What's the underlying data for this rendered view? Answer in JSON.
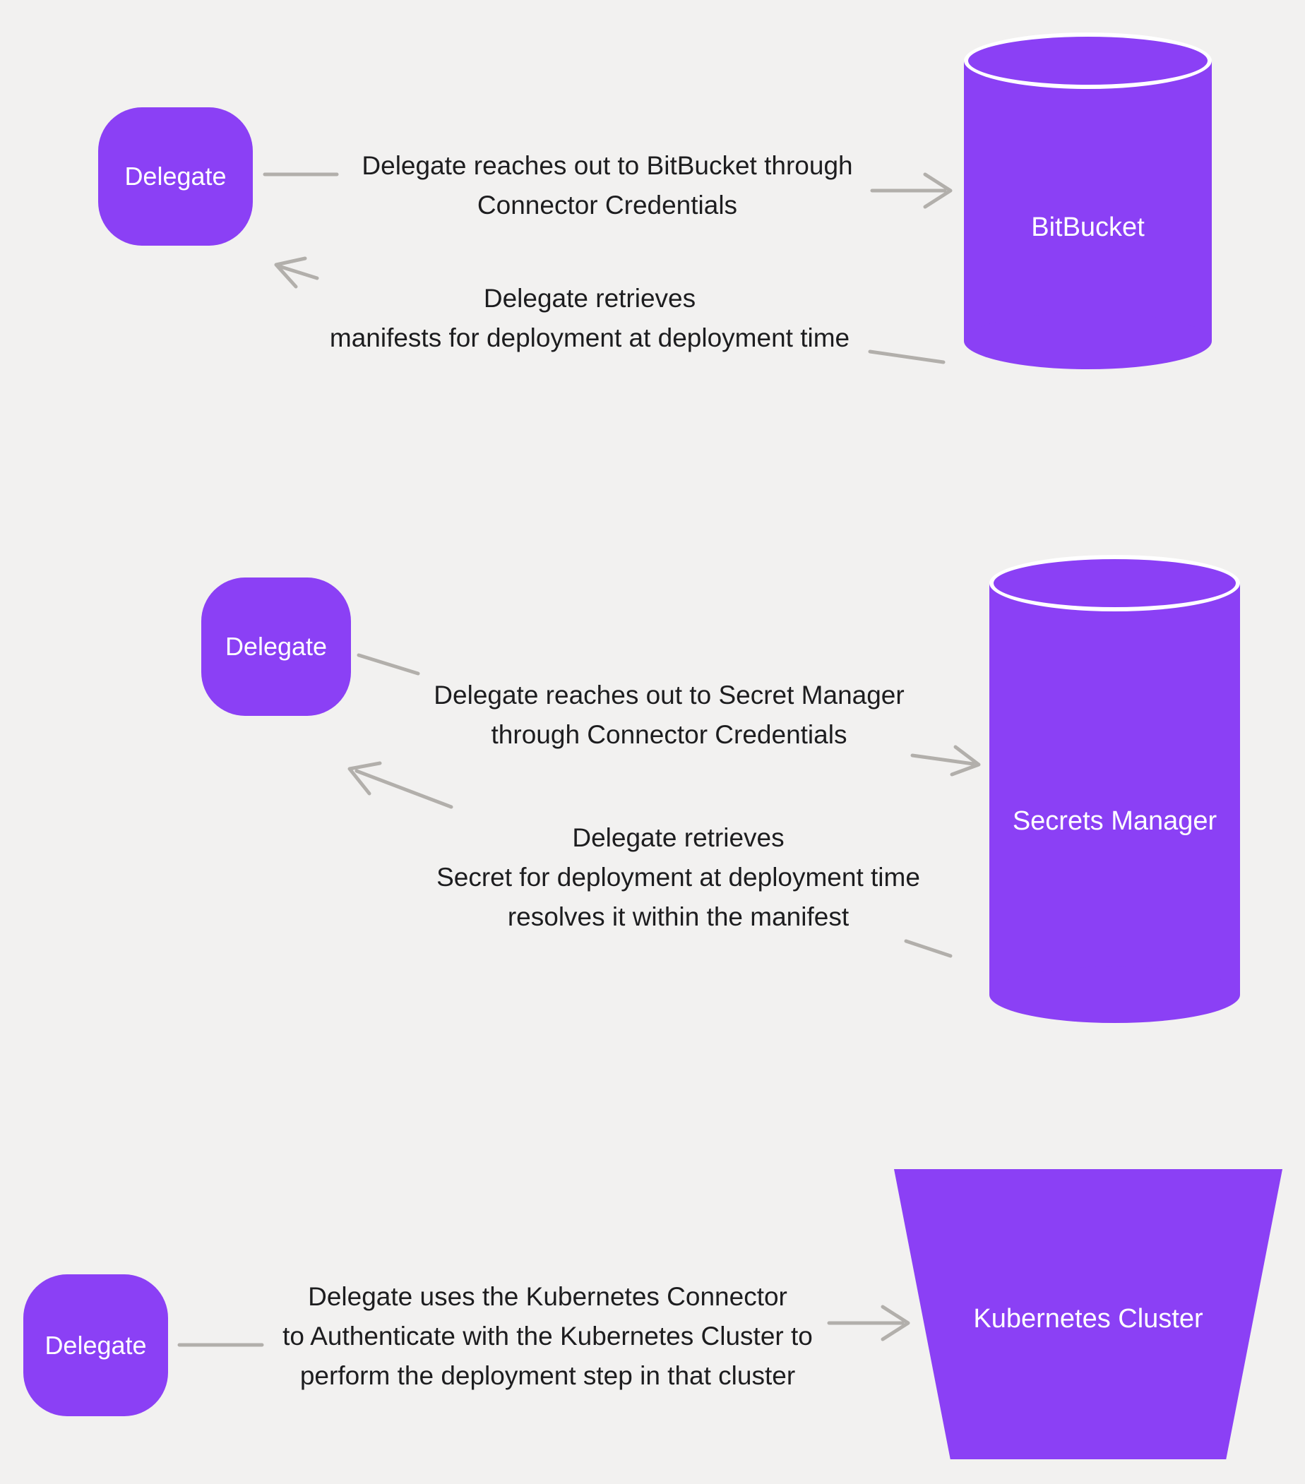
{
  "colors": {
    "background": "#f2f1f0",
    "node_purple": "#8b40f5",
    "connector_gray": "#b2afab",
    "text_dark": "#1d1d1f",
    "node_text": "#ffffff"
  },
  "sections": [
    {
      "delegate_label": "Delegate",
      "target_label": "BitBucket",
      "target_shape": "cylinder",
      "request_lines": [
        "Delegate reaches out to BitBucket through",
        "Connector Credentials"
      ],
      "response_lines": [
        "Delegate retrieves",
        "manifests for deployment at deployment time"
      ]
    },
    {
      "delegate_label": "Delegate",
      "target_label": "Secrets Manager",
      "target_shape": "cylinder",
      "request_lines": [
        "Delegate reaches out to Secret Manager",
        "through Connector Credentials"
      ],
      "response_lines": [
        "Delegate retrieves",
        "Secret for deployment at deployment time",
        "resolves it within the manifest"
      ]
    },
    {
      "delegate_label": "Delegate",
      "target_label": "Kubernetes Cluster",
      "target_shape": "trapezoid",
      "request_lines": [
        "Delegate uses the Kubernetes Connector",
        "to Authenticate with the Kubernetes Cluster to",
        "perform the deployment step in that cluster"
      ]
    }
  ]
}
